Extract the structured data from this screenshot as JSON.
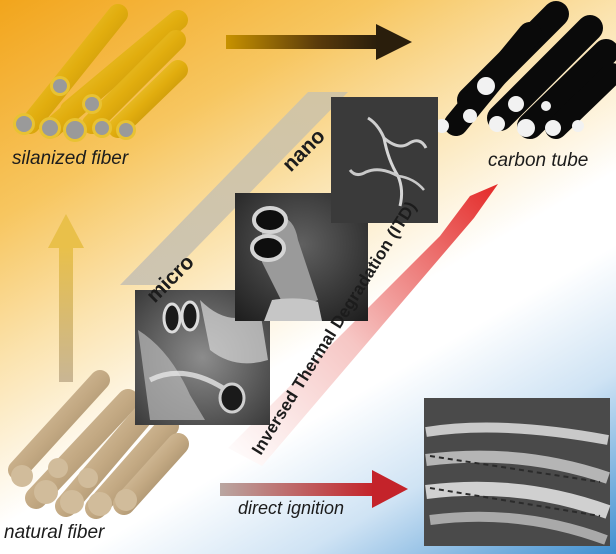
{
  "labels": {
    "silanized_fiber": "silanized fiber",
    "carbon_tube": "carbon tube",
    "natural_fiber": "natural fiber",
    "direct_ignition": "direct ignition",
    "micro": "micro",
    "nano": "nano",
    "inversed_thermal_degradation": "Inversed Thermal Degradation (ITD)"
  },
  "colors": {
    "silanized": "#e2b10c",
    "carbon": "#0a0a0a",
    "natural": "#c6ad8a",
    "itd_red": "#e8302c",
    "ignition_red": "#c4232a"
  },
  "images": {
    "sem_micro": "sem-micrograph-micro-tubes",
    "sem_tube": "sem-micrograph-single-tube",
    "sem_nano": "sem-micrograph-nanotube",
    "sem_ignition": "sem-micrograph-ignited-fibers"
  }
}
